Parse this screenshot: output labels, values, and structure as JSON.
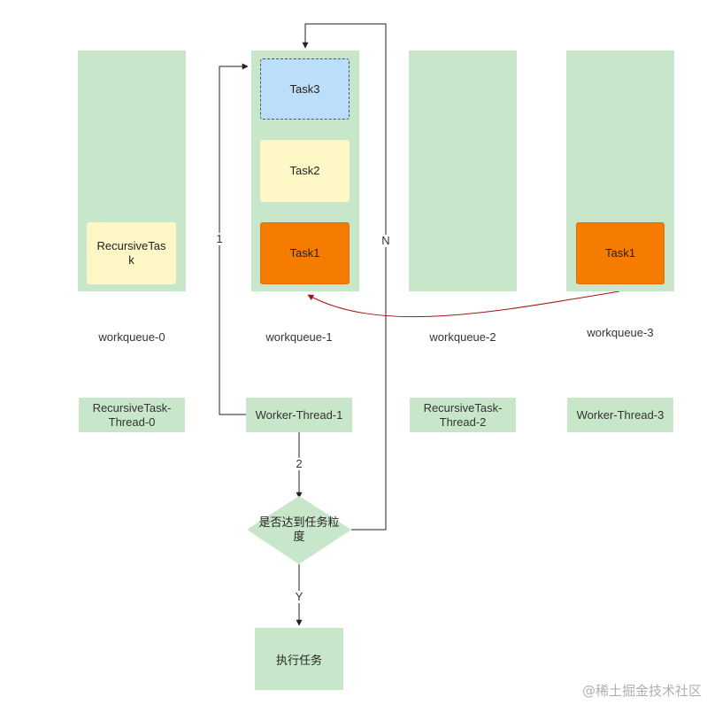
{
  "queues": [
    {
      "label": "workqueue-0",
      "thread": "RecursiveTask-Thread-0"
    },
    {
      "label": "workqueue-1",
      "thread": "Worker-Thread-1"
    },
    {
      "label": "workqueue-2",
      "thread": "RecursiveTask-Thread-2"
    },
    {
      "label": "workqueue-3",
      "thread": "Worker-Thread-3"
    }
  ],
  "tasks": {
    "q0_task": "RecursiveTask",
    "q1_task3": "Task3",
    "q1_task2": "Task2",
    "q1_task1": "Task1",
    "q3_task1": "Task1"
  },
  "edges": {
    "label_1": "1",
    "label_2": "2",
    "label_n": "N",
    "label_y": "Y"
  },
  "decision": "是否达到任务粒度",
  "action": "执行任务",
  "watermark": "@稀土掘金技术社区",
  "colors": {
    "queue_bg": "#c8e6c9",
    "task_yellow": "#fff8c6",
    "task_orange": "#f57c00",
    "task_blue": "#bbdefb",
    "steal_arrow": "#a31515"
  }
}
